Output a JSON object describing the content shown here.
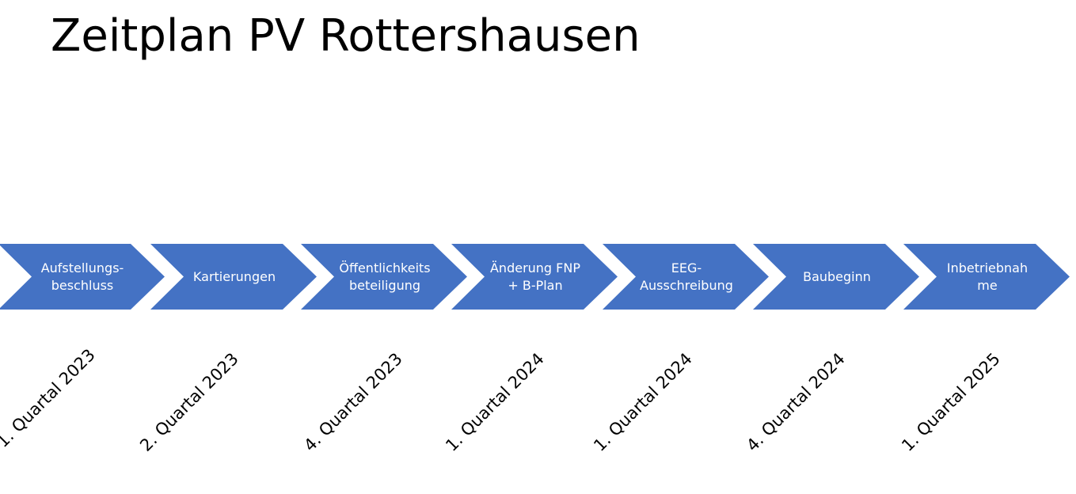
{
  "title": "Zeitplan PV Rottershausen",
  "colors": {
    "step_fill": "#4472C4",
    "step_text": "#FFFFFF",
    "text": "#000000",
    "background": "#FFFFFF"
  },
  "steps": [
    {
      "label": "Aufstellungs-\nbeschluss",
      "date": "1. Quartal 2023"
    },
    {
      "label": "Kartierungen",
      "date": "2. Quartal 2023"
    },
    {
      "label": "Öffentlichkeits\nbeteiligung",
      "date": "4. Quartal 2023"
    },
    {
      "label": "Änderung FNP\n+ B-Plan",
      "date": "1. Quartal 2024"
    },
    {
      "label": "EEG-\nAusschreibung",
      "date": "1. Quartal 2024"
    },
    {
      "label": "Baubeginn",
      "date": "4. Quartal 2024"
    },
    {
      "label": "Inbetriebnah\nme",
      "date": "1. Quartal 2025"
    }
  ]
}
